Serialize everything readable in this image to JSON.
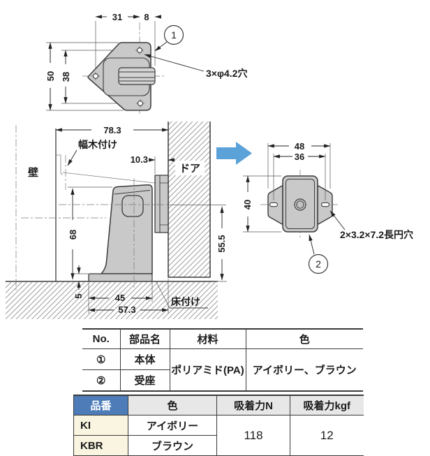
{
  "colors": {
    "part_fill": "#c9c9c9",
    "line": "#3a3a3a",
    "hatch": "#909090",
    "transition_arrow_blue": "#5ba2d9",
    "table_header_blue": "#4d7cb8",
    "table_header_gray": "#e7e7e7",
    "code_cell_cream": "#f9f5e0"
  },
  "top_view": {
    "callout": "1",
    "hole_label": "3×φ4.2穴",
    "dims": {
      "hole_span_h": "31",
      "edge_offset": "8",
      "height": "50",
      "hole_span_v": "38"
    }
  },
  "side_view": {
    "labels": {
      "wall": "壁",
      "skirting_mount": "幅木付け",
      "door": "ドア",
      "floor_mount": "床付け"
    },
    "dims": {
      "total_depth": "78.3",
      "receiver_depth": "10.3",
      "body_height": "68",
      "receiver_center_height": "55.5",
      "base_height": "5",
      "base_width": "45",
      "total_width": "57.3"
    }
  },
  "receiver_view": {
    "callout": "2",
    "slot_label": "2×3.2×7.2長円穴",
    "dims": {
      "outer_width": "48",
      "slot_span": "36",
      "height": "40"
    }
  },
  "parts_table": {
    "headers": [
      "No.",
      "部品名",
      "材料",
      "色"
    ],
    "rows": [
      {
        "no": "①",
        "name": "本体"
      },
      {
        "no": "②",
        "name": "受座"
      }
    ],
    "material": "ポリアミド(PA)",
    "color": "アイボリー、ブラウン"
  },
  "spec_table": {
    "headers": [
      "品番",
      "色",
      "吸着力N",
      "吸着力kgf"
    ],
    "rows": [
      {
        "code": "KI",
        "color": "アイボリー"
      },
      {
        "code": "KBR",
        "color": "ブラウン"
      }
    ],
    "attraction_n": "118",
    "attraction_kgf": "12"
  }
}
